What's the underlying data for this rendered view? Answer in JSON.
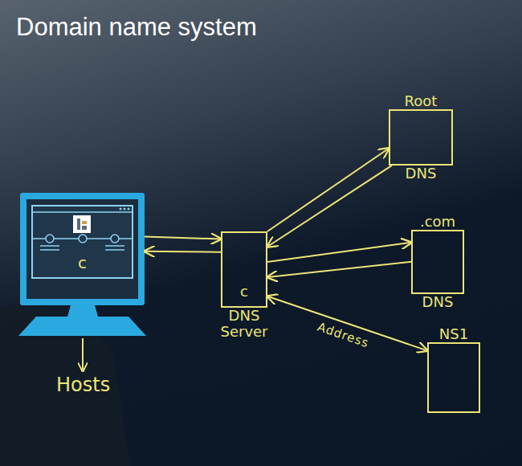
{
  "diagram": {
    "title": "Domain name system",
    "nodes": [
      {
        "text": [
          "c"
        ]
      },
      {
        "text": [
          "c",
          "DNS Server"
        ]
      },
      {
        "text": [
          "Root",
          "DNS"
        ]
      },
      {
        "text": [
          ".com",
          "DNS"
        ]
      },
      {
        "text": [
          "NS1"
        ]
      }
    ],
    "edges": [
      {
        "from": 0,
        "to": 1,
        "arrow": "to"
      },
      {
        "from": 1,
        "to": 0,
        "arrow": "to"
      },
      {
        "from": 1,
        "to": 2,
        "arrow": "to"
      },
      {
        "from": 2,
        "to": 1,
        "arrow": "to"
      },
      {
        "from": 1,
        "to": 3,
        "arrow": "to"
      },
      {
        "from": 3,
        "to": 1,
        "arrow": "to"
      },
      {
        "from": 1,
        "to": 4,
        "arrow": "both",
        "label": "Address"
      }
    ],
    "labels": [
      "Hosts"
    ]
  }
}
